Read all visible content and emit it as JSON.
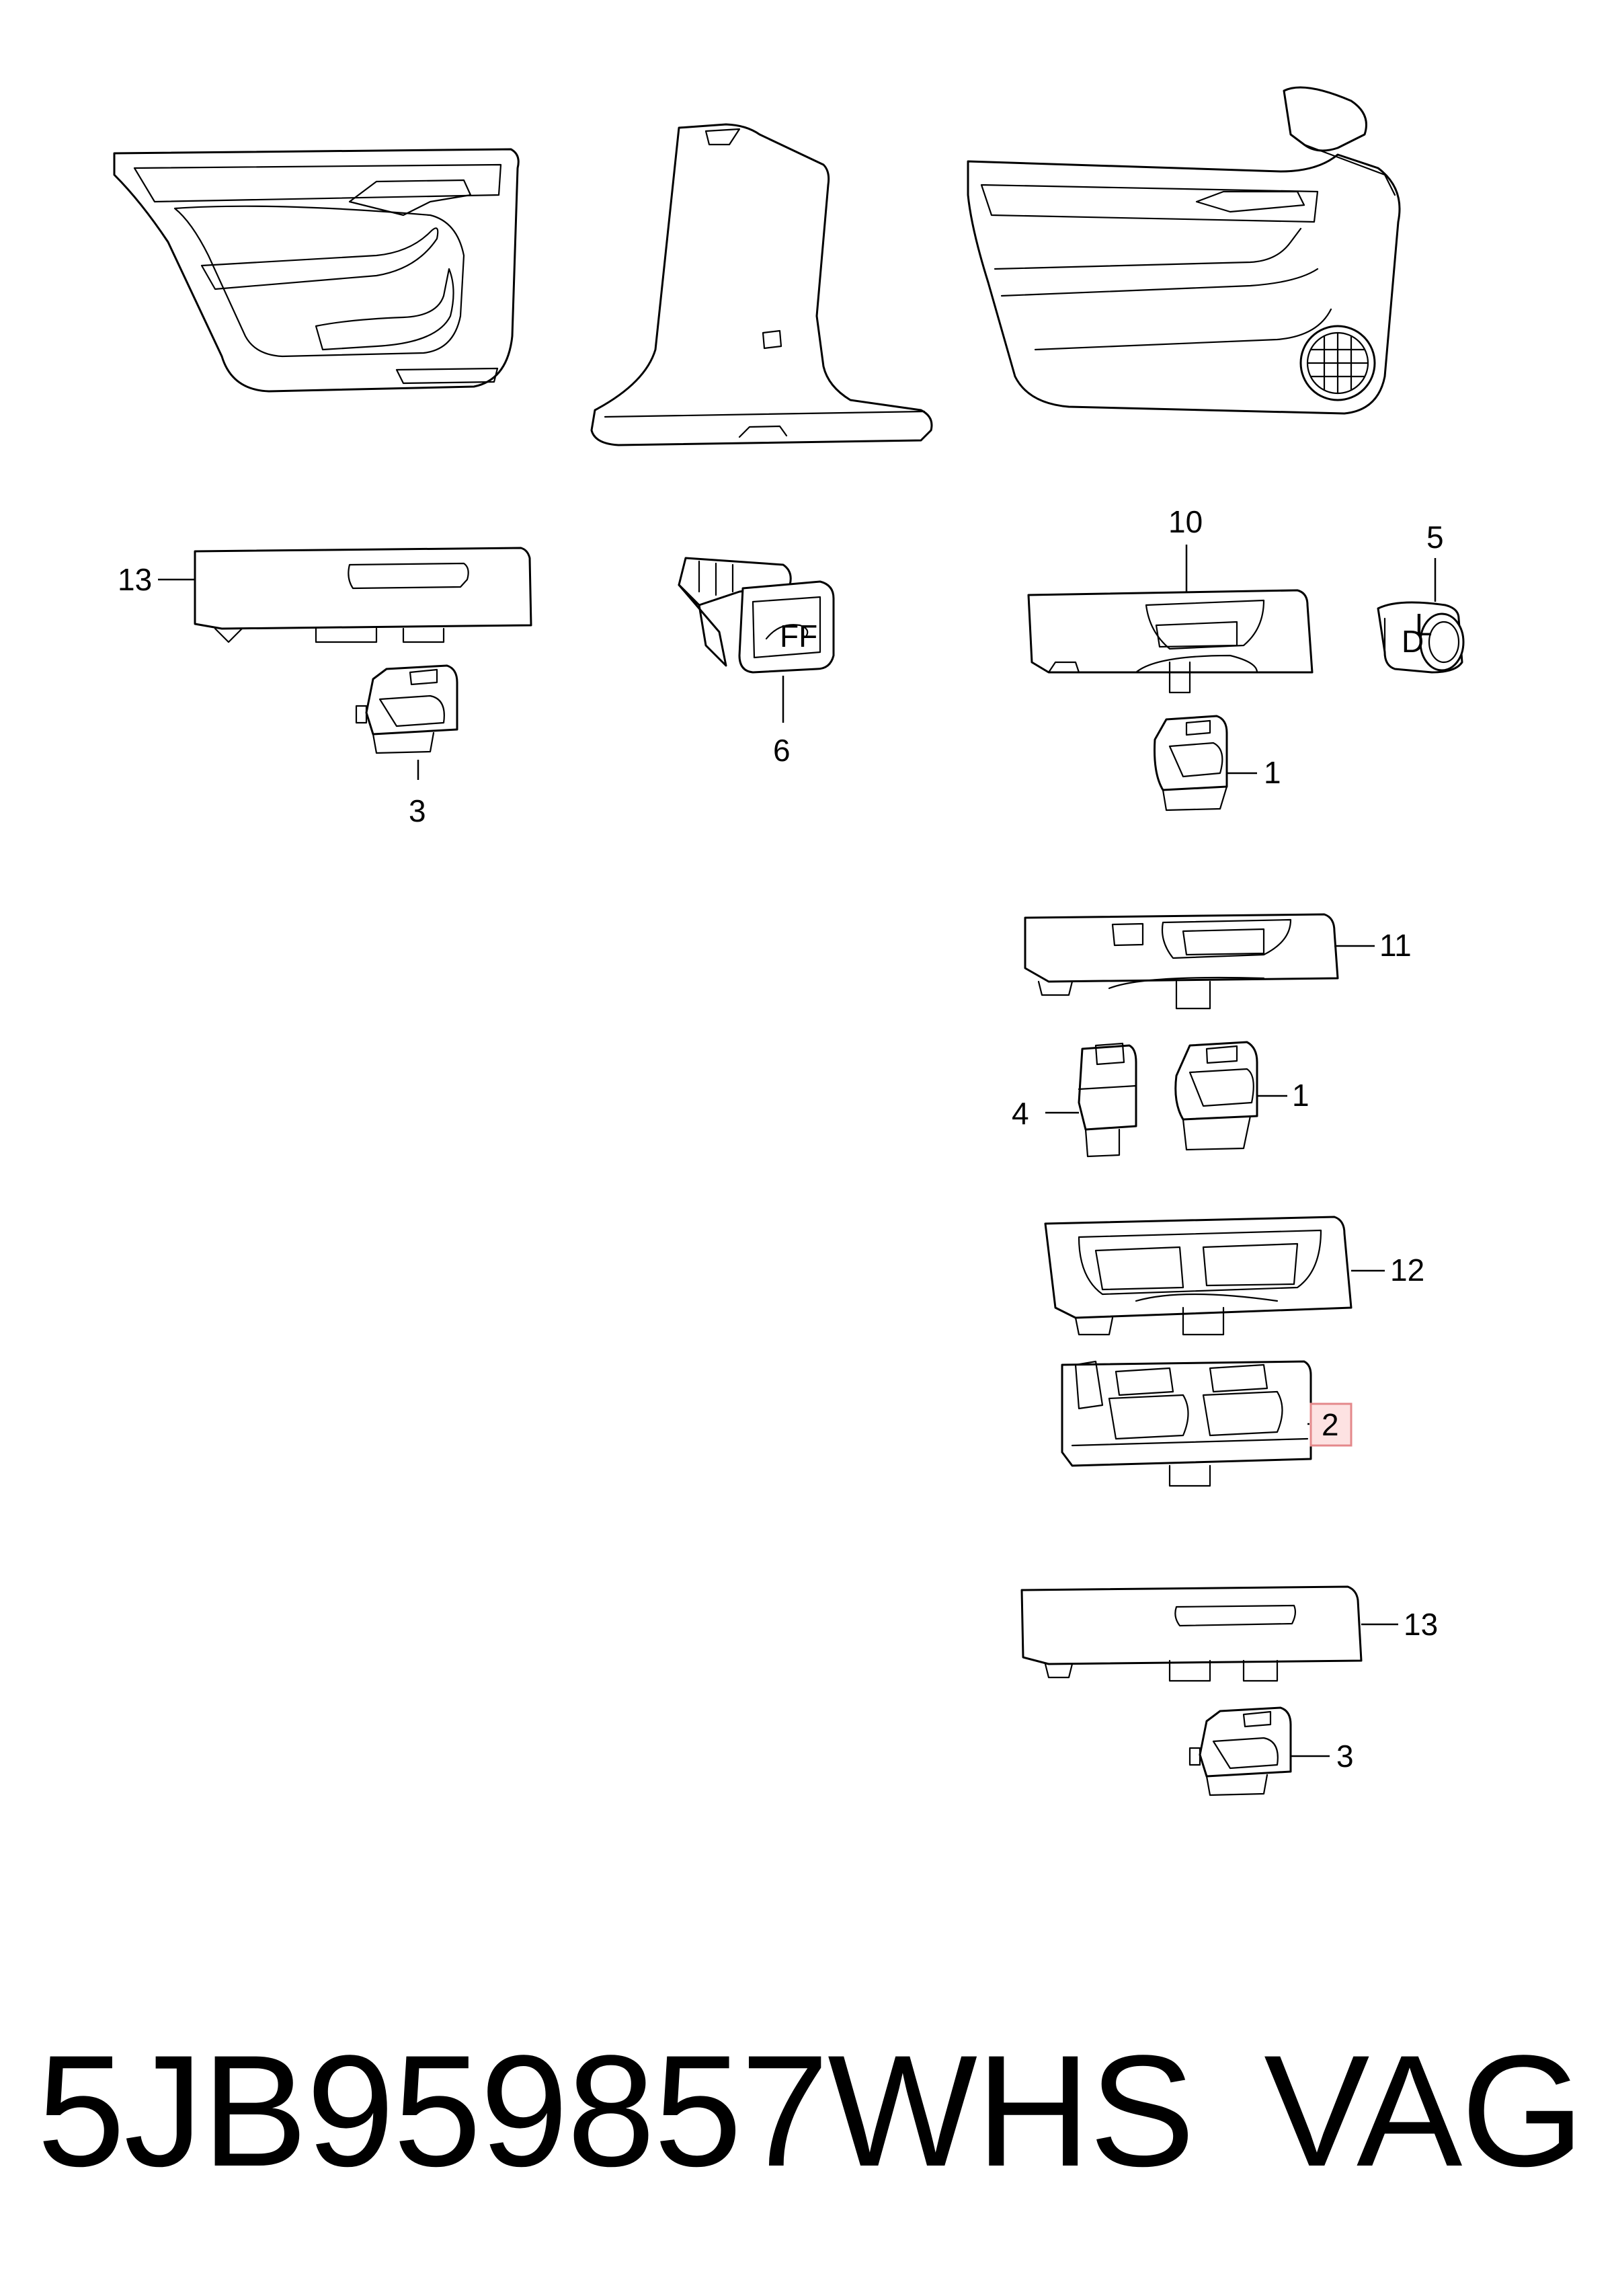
{
  "callouts": {
    "c13a": "13",
    "c3a": "3",
    "c6": "6",
    "c10": "10",
    "c5": "5",
    "c1a": "1",
    "c11": "11",
    "c4": "4",
    "c1b": "1",
    "c12": "12",
    "c2": "2",
    "c13b": "13",
    "c3b": "3"
  },
  "caption": {
    "part_number": "5JB959857WHS",
    "brand": "VAG"
  },
  "colors": {
    "line": "#000000",
    "background": "#ffffff",
    "highlight_fill": "#fde2e2",
    "highlight_stroke": "#e4888b"
  }
}
